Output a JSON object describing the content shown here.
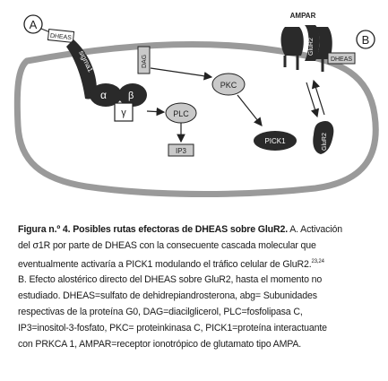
{
  "diagram": {
    "panel_a_letter": "A",
    "panel_b_letter": "B",
    "dheas_left": "DHEAS",
    "sigma_label": "sigma1",
    "dag": "DAG",
    "alpha": "α",
    "beta": "β",
    "gamma": "γ",
    "plc": "PLC",
    "ip3": "IP3",
    "pkc": "PKC",
    "pick1": "PICK1",
    "ampar": "AMPAR",
    "glur2_membrane": "GluR2",
    "glur2_internal": "GluR2",
    "dheas_right": "DHEAS",
    "colors": {
      "stroke": "#222222",
      "dark_protein": "#2a2a2a",
      "membrane_gray": "#9a9a9a",
      "light_gray": "#c9c9c9"
    }
  },
  "caption": {
    "figure_label": "Figura n.º 4.",
    "title": "Posibles rutas efectoras de DHEAS sobre GluR2.",
    "line1_rest": "A. Activación",
    "line2": "del σ1R por parte de DHEAS con la consecuente cascada molecular que",
    "line3": "eventualmente activaría a PICK1 modulando el tráfico celular de GluR2.",
    "ref": "23,24",
    "line4": "B. Efecto alostérico directo del DHEAS sobre GluR2, hasta el momento no",
    "line5": "estudiado. DHEAS=sulfato de dehidrepiandrosterona, abg= Subunidades",
    "line6": "respectivas de la proteína G0, DAG=diacilglicerol, PLC=fosfolipasa C,",
    "line7": "IP3=inositol-3-fosfato, PKC= proteinkinasa C, PICK1=proteína interactuante",
    "line8": "con PRKCA 1, AMPAR=receptor ionotrópico de glutamato tipo AMPA."
  }
}
